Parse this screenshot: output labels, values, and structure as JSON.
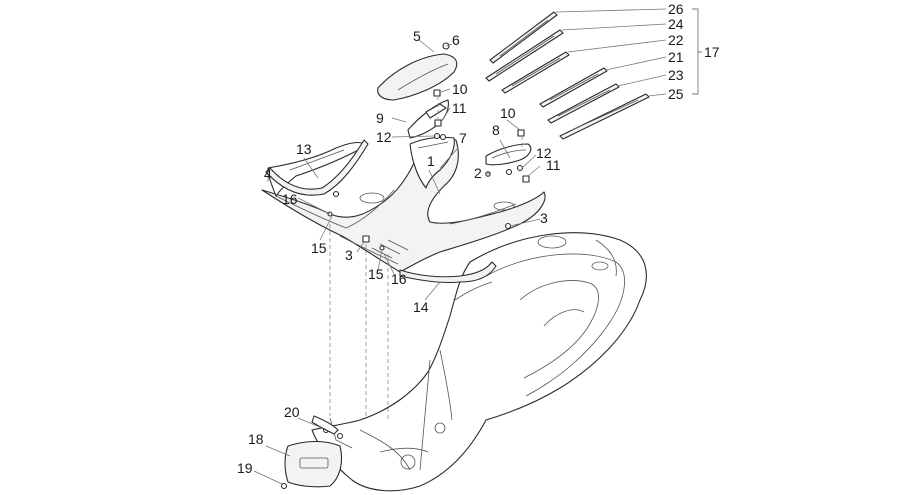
{
  "callouts": [
    {
      "id": "c26",
      "label": "26"
    },
    {
      "id": "c24",
      "label": "24"
    },
    {
      "id": "c22",
      "label": "22"
    },
    {
      "id": "c21",
      "label": "21"
    },
    {
      "id": "c23",
      "label": "23"
    },
    {
      "id": "c25",
      "label": "25"
    },
    {
      "id": "c17",
      "label": "17"
    },
    {
      "id": "c5",
      "label": "5"
    },
    {
      "id": "c6",
      "label": "6"
    },
    {
      "id": "c10a",
      "label": "10"
    },
    {
      "id": "c9",
      "label": "9"
    },
    {
      "id": "c11a",
      "label": "11"
    },
    {
      "id": "c12a",
      "label": "12"
    },
    {
      "id": "c13",
      "label": "13"
    },
    {
      "id": "c7",
      "label": "7"
    },
    {
      "id": "c10b",
      "label": "10"
    },
    {
      "id": "c8",
      "label": "8"
    },
    {
      "id": "c12b",
      "label": "12"
    },
    {
      "id": "c1",
      "label": "1"
    },
    {
      "id": "c2",
      "label": "2"
    },
    {
      "id": "c11b",
      "label": "11"
    },
    {
      "id": "c4",
      "label": "4"
    },
    {
      "id": "c3a",
      "label": "3"
    },
    {
      "id": "c16a",
      "label": "16"
    },
    {
      "id": "c15a",
      "label": "15"
    },
    {
      "id": "c3b",
      "label": "3"
    },
    {
      "id": "c15b",
      "label": "15"
    },
    {
      "id": "c16b",
      "label": "16"
    },
    {
      "id": "c14",
      "label": "14"
    },
    {
      "id": "c20",
      "label": "20"
    },
    {
      "id": "c18",
      "label": "18"
    },
    {
      "id": "c19",
      "label": "19"
    }
  ]
}
